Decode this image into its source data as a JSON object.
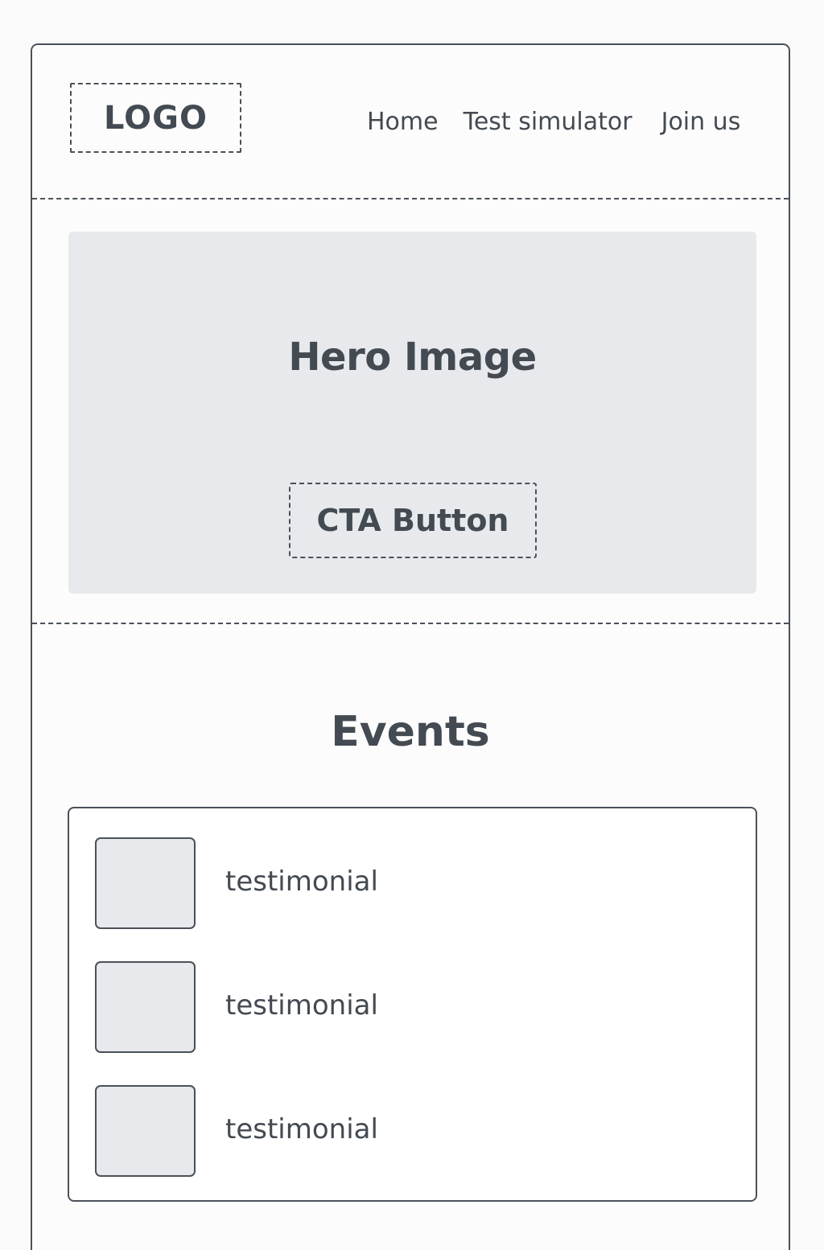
{
  "header": {
    "logo_text": "LOGO",
    "nav": [
      "Home",
      "Test simulator",
      "Join us"
    ]
  },
  "hero": {
    "title": "Hero Image",
    "cta_label": "CTA Button"
  },
  "events": {
    "title": "Events",
    "items": [
      {
        "text": "testimonial"
      },
      {
        "text": "testimonial"
      },
      {
        "text": "testimonial"
      }
    ]
  },
  "colors": {
    "stroke": "#4a5159",
    "text": "#434a52",
    "placeholder_fill": "#e7e9ec",
    "page_bg": "#fafafa"
  }
}
